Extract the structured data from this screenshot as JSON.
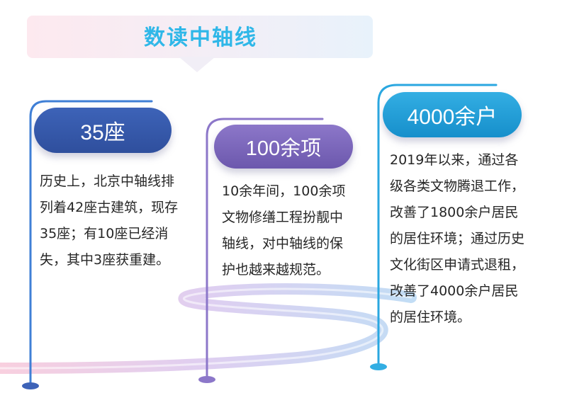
{
  "title": "数读中轴线",
  "cards": [
    {
      "heading": "35座",
      "text": "历史上，北京中轴线排\n列着42座古建筑，现存\n35座；有10座已经消\n失，其中3座获重建。"
    },
    {
      "heading": "100余项",
      "text": "10余年间，100余项\n文物修缮工程扮靓中\n轴线，对中轴线的保\n护也越来越规范。"
    },
    {
      "heading": "4000余户",
      "text": "2019年以来，通过各\n级各类文物腾退工作，\n改善了1800余户居民\n的居住环境；通过历史\n文化街区申请式退租，\n改善了4000余户居民\n的居住环境。"
    }
  ],
  "colors": {
    "title": "#2fb7e8",
    "card1": "#3d63b8",
    "card2": "#8c77c9",
    "card3": "#33aee3"
  }
}
